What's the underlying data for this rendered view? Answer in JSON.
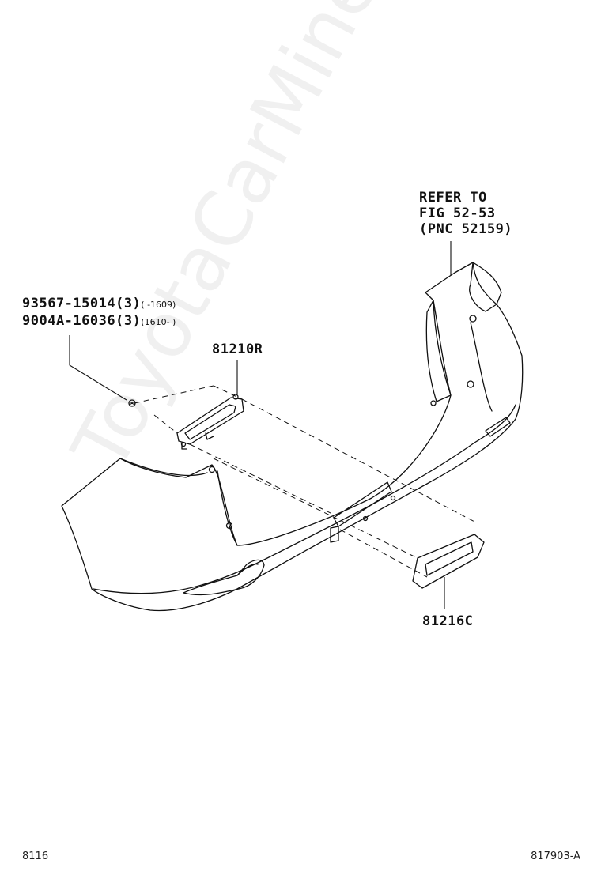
{
  "callouts": {
    "refer_line1": "REFER TO",
    "refer_line2": "FIG 52-53",
    "refer_line3": "(PNC 52159)",
    "part_a_no": "93567-15014(3)",
    "part_a_range": "(    -1609)",
    "part_b_no": "9004A-16036(3)",
    "part_b_range": "(1610-    )",
    "part_81210r": "81210R",
    "part_81216c": "81216C"
  },
  "footer": {
    "left": "8116",
    "right": "817903-A"
  },
  "watermark": "ToyotaCarMine.ru"
}
